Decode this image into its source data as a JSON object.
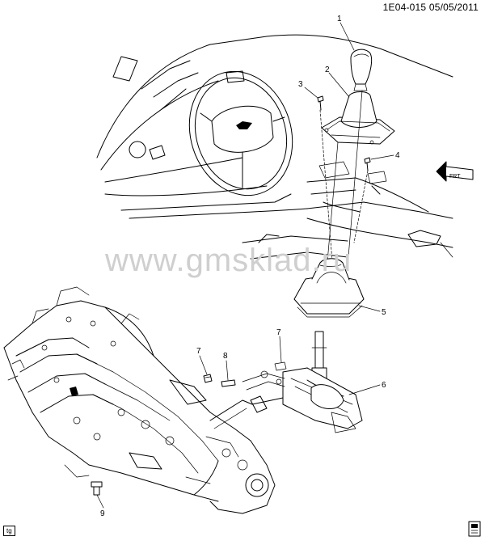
{
  "header": {
    "code": "1E04-015  05/05/2011"
  },
  "watermark": "www.gmsklad.ru",
  "corner_tag": "tg",
  "orientation_label": "FRT",
  "callouts": [
    {
      "num": "1"
    },
    {
      "num": "2"
    },
    {
      "num": "3"
    },
    {
      "num": "4"
    },
    {
      "num": "5"
    },
    {
      "num": "6"
    },
    {
      "num": "7"
    },
    {
      "num": "7"
    },
    {
      "num": "8"
    },
    {
      "num": "9"
    }
  ]
}
